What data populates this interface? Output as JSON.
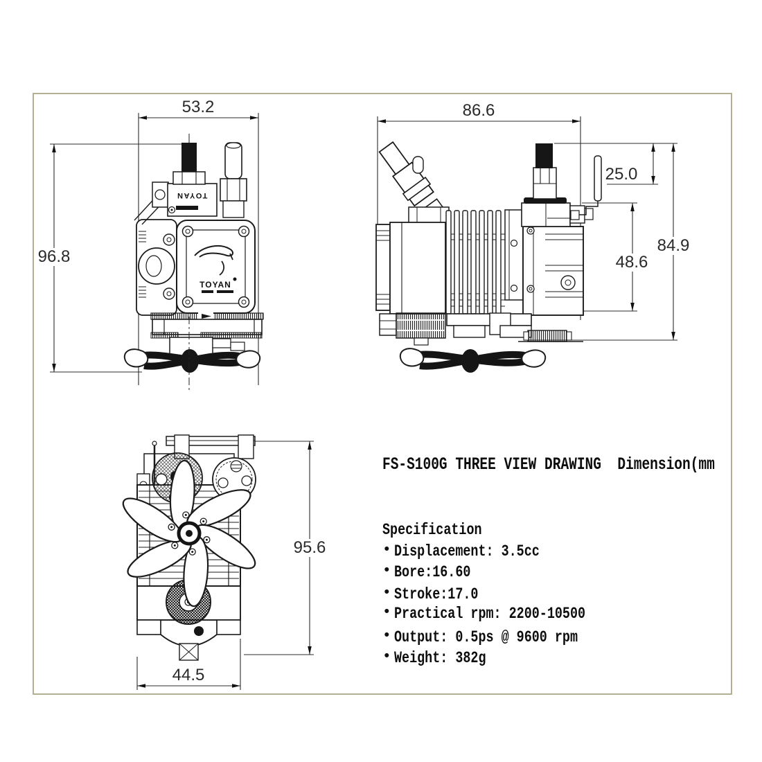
{
  "frame": {
    "border_color": "#b3af92",
    "background": "#ffffff"
  },
  "title": "FS-S100G THREE VIEW DRAWING  Dimension(mm",
  "engine": {
    "brand": "TOYAN"
  },
  "views": {
    "front": {
      "width": "53.2",
      "height": "96.8"
    },
    "side": {
      "width": "86.6",
      "lever": "25.0",
      "block": "48.6",
      "height": "84.9"
    },
    "rear": {
      "height": "95.6",
      "width": "44.5"
    }
  },
  "specification": {
    "heading": "Specification",
    "bullet": "•",
    "items": [
      "Displacement: 3.5cc",
      "Bore:16.60",
      "Stroke:17.0",
      "Practical rpm: 2200-10500",
      "Output: 0.5ps @ 9600 rpm",
      "Weight: 382g"
    ]
  }
}
